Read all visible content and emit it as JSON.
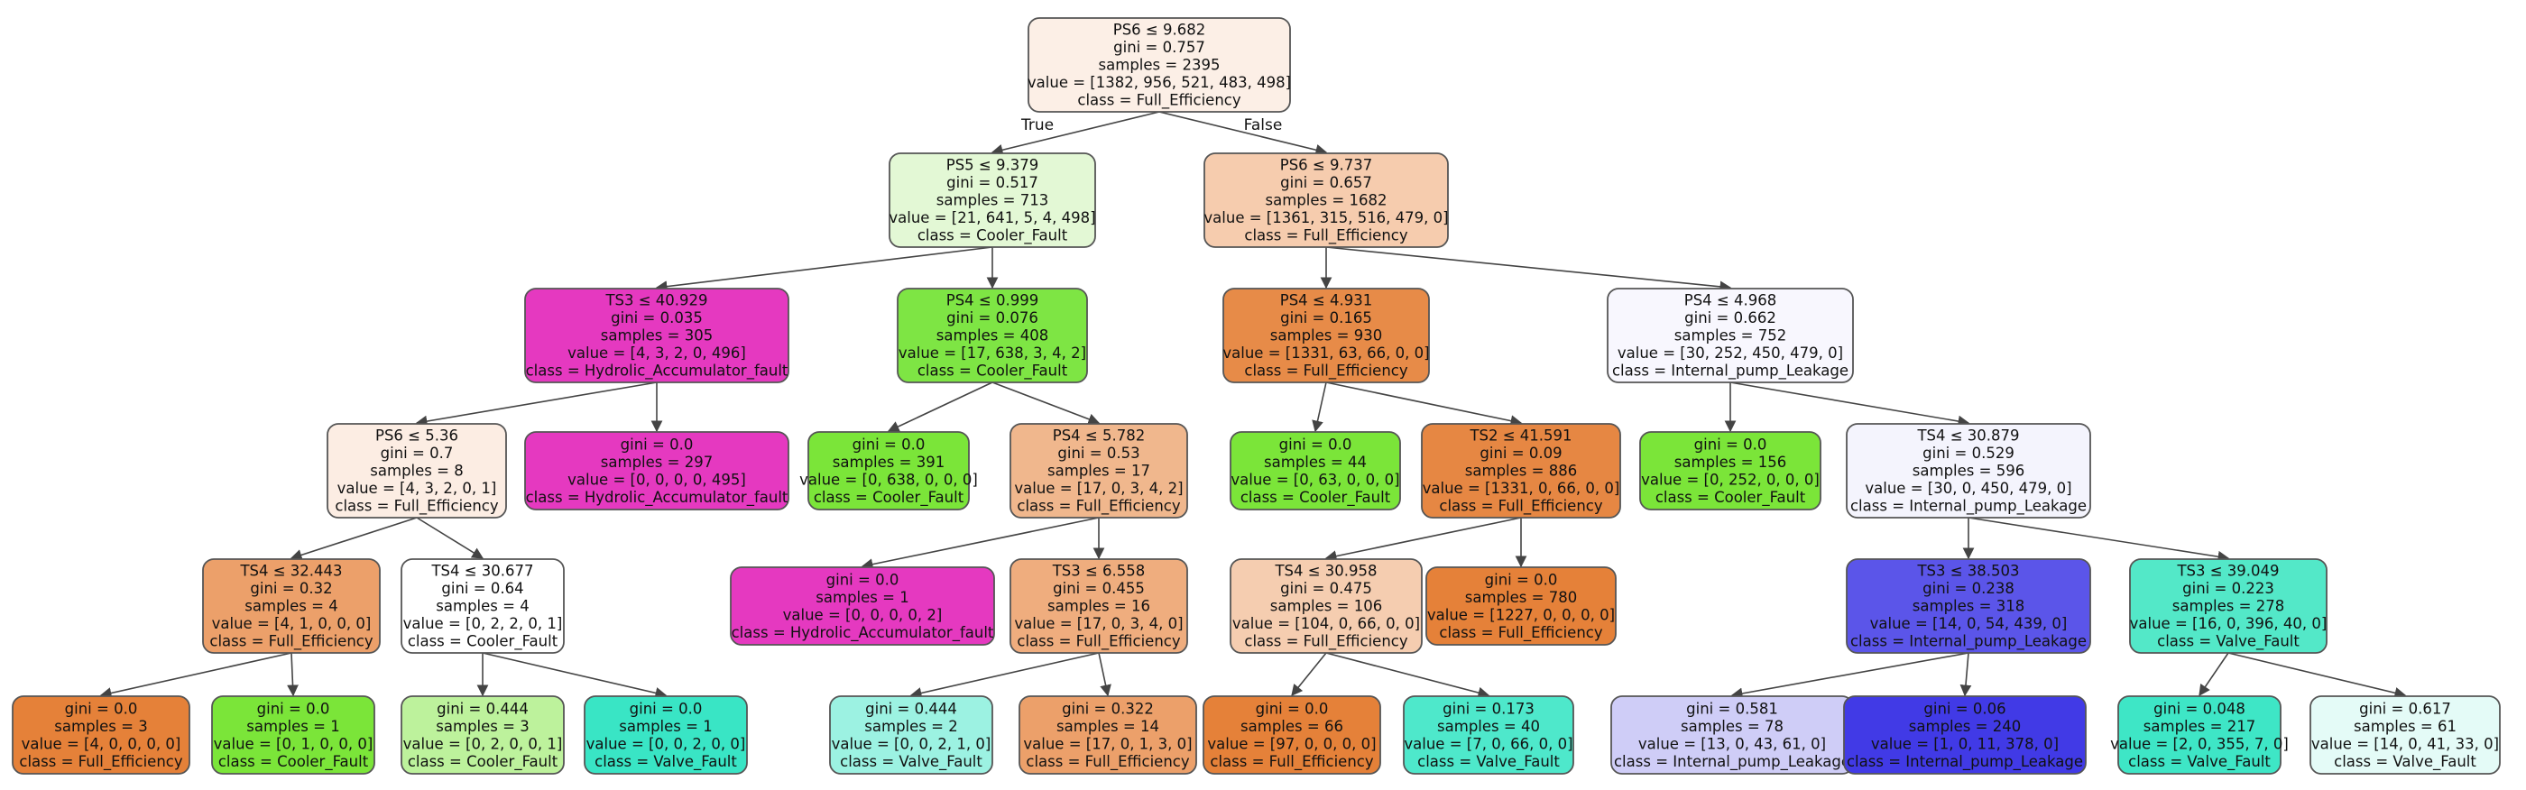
{
  "tree": {
    "edge_labels": {
      "true": "True",
      "false": "False"
    },
    "nodes": [
      {
        "id": "n0",
        "color": "#fcefe6",
        "lines": [
          "PS6 ≤ 9.682",
          "gini = 0.757",
          "samples = 2395",
          "value = [1382, 956, 521, 483, 498]",
          "class = Full_Efficiency"
        ]
      },
      {
        "id": "n1",
        "color": "#e3f8d5",
        "lines": [
          "PS5 ≤ 9.379",
          "gini = 0.517",
          "samples = 713",
          "value = [21, 641, 5, 4, 498]",
          "class = Cooler_Fault"
        ]
      },
      {
        "id": "n2",
        "color": "#f6ccae",
        "lines": [
          "PS6 ≤ 9.737",
          "gini = 0.657",
          "samples = 1682",
          "value = [1361, 315, 516, 479, 0]",
          "class = Full_Efficiency"
        ]
      },
      {
        "id": "n3",
        "color": "#e539c0",
        "lines": [
          "TS3 ≤ 40.929",
          "gini = 0.035",
          "samples = 305",
          "value = [4, 3, 2, 0, 496]",
          "class = Hydrolic_Accumulator_fault"
        ]
      },
      {
        "id": "n4",
        "color": "#7ee544",
        "lines": [
          "PS4 ≤ 0.999",
          "gini = 0.076",
          "samples = 408",
          "value = [17, 638, 3, 4, 2]",
          "class = Cooler_Fault"
        ]
      },
      {
        "id": "n5",
        "color": "#e78b48",
        "lines": [
          "PS4 ≤ 4.931",
          "gini = 0.165",
          "samples = 930",
          "value = [1331, 63, 66, 0, 0]",
          "class = Full_Efficiency"
        ]
      },
      {
        "id": "n6",
        "color": "#f8f7fe",
        "lines": [
          "PS4 ≤ 4.968",
          "gini = 0.662",
          "samples = 752",
          "value = [30, 252, 450, 479, 0]",
          "class = Internal_pump_Leakage"
        ]
      },
      {
        "id": "n7",
        "color": "#fcede3",
        "lines": [
          "PS6 ≤ 5.36",
          "gini = 0.7",
          "samples = 8",
          "value = [4, 3, 2, 0, 1]",
          "class = Full_Efficiency"
        ]
      },
      {
        "id": "n8",
        "color": "#e539c0",
        "lines": [
          "gini = 0.0",
          "samples = 297",
          "value = [0, 0, 0, 0, 495]",
          "class = Hydrolic_Accumulator_fault"
        ]
      },
      {
        "id": "n9",
        "color": "#7be539",
        "lines": [
          "gini = 0.0",
          "samples = 391",
          "value = [0, 638, 0, 0, 0]",
          "class = Cooler_Fault"
        ]
      },
      {
        "id": "n10",
        "color": "#f0b78d",
        "lines": [
          "PS4 ≤ 5.782",
          "gini = 0.53",
          "samples = 17",
          "value = [17, 0, 3, 4, 2]",
          "class = Full_Efficiency"
        ]
      },
      {
        "id": "n11",
        "color": "#7be539",
        "lines": [
          "gini = 0.0",
          "samples = 44",
          "value = [0, 63, 0, 0, 0]",
          "class = Cooler_Fault"
        ]
      },
      {
        "id": "n12",
        "color": "#e68743",
        "lines": [
          "TS2 ≤ 41.591",
          "gini = 0.09",
          "samples = 886",
          "value = [1331, 0, 66, 0, 0]",
          "class = Full_Efficiency"
        ]
      },
      {
        "id": "n13",
        "color": "#7be539",
        "lines": [
          "gini = 0.0",
          "samples = 156",
          "value = [0, 252, 0, 0, 0]",
          "class = Cooler_Fault"
        ]
      },
      {
        "id": "n14",
        "color": "#f4f4fd",
        "lines": [
          "TS4 ≤ 30.879",
          "gini = 0.529",
          "samples = 596",
          "value = [30, 0, 450, 479, 0]",
          "class = Internal_pump_Leakage"
        ]
      },
      {
        "id": "n15",
        "color": "#eca06a",
        "lines": [
          "TS4 ≤ 32.443",
          "gini = 0.32",
          "samples = 4",
          "value = [4, 1, 0, 0, 0]",
          "class = Full_Efficiency"
        ]
      },
      {
        "id": "n16",
        "color": "#ffffff",
        "lines": [
          "TS4 ≤ 30.677",
          "gini = 0.64",
          "samples = 4",
          "value = [0, 2, 2, 0, 1]",
          "class = Cooler_Fault"
        ]
      },
      {
        "id": "n17",
        "color": "#e539c0",
        "lines": [
          "gini = 0.0",
          "samples = 1",
          "value = [0, 0, 0, 0, 2]",
          "class = Hydrolic_Accumulator_fault"
        ]
      },
      {
        "id": "n18",
        "color": "#efad7e",
        "lines": [
          "TS3 ≤ 6.558",
          "gini = 0.455",
          "samples = 16",
          "value = [17, 0, 3, 4, 0]",
          "class = Full_Efficiency"
        ]
      },
      {
        "id": "n19",
        "color": "#f5cdb0",
        "lines": [
          "TS4 ≤ 30.958",
          "gini = 0.475",
          "samples = 106",
          "value = [104, 0, 66, 0, 0]",
          "class = Full_Efficiency"
        ]
      },
      {
        "id": "n20",
        "color": "#e58139",
        "lines": [
          "gini = 0.0",
          "samples = 780",
          "value = [1227, 0, 0, 0, 0]",
          "class = Full_Efficiency"
        ]
      },
      {
        "id": "n21",
        "color": "#5b55e9",
        "lines": [
          "TS3 ≤ 38.503",
          "gini = 0.238",
          "samples = 318",
          "value = [14, 0, 54, 439, 0]",
          "class = Internal_pump_Leakage"
        ]
      },
      {
        "id": "n22",
        "color": "#53e8c8",
        "lines": [
          "TS3 ≤ 39.049",
          "gini = 0.223",
          "samples = 278",
          "value = [16, 0, 396, 40, 0]",
          "class = Valve_Fault"
        ]
      },
      {
        "id": "n23",
        "color": "#e58139",
        "lines": [
          "gini = 0.0",
          "samples = 3",
          "value = [4, 0, 0, 0, 0]",
          "class = Full_Efficiency"
        ]
      },
      {
        "id": "n24",
        "color": "#7be539",
        "lines": [
          "gini = 0.0",
          "samples = 1",
          "value = [0, 1, 0, 0, 0]",
          "class = Cooler_Fault"
        ]
      },
      {
        "id": "n25",
        "color": "#bdf29c",
        "lines": [
          "gini = 0.444",
          "samples = 3",
          "value = [0, 2, 0, 0, 1]",
          "class = Cooler_Fault"
        ]
      },
      {
        "id": "n26",
        "color": "#39e5c5",
        "lines": [
          "gini = 0.0",
          "samples = 1",
          "value = [0, 0, 2, 0, 0]",
          "class = Valve_Fault"
        ]
      },
      {
        "id": "n27",
        "color": "#9cf2e2",
        "lines": [
          "gini = 0.444",
          "samples = 2",
          "value = [0, 0, 2, 1, 0]",
          "class = Valve_Fault"
        ]
      },
      {
        "id": "n28",
        "color": "#eca06a",
        "lines": [
          "gini = 0.322",
          "samples = 14",
          "value = [17, 0, 1, 3, 0]",
          "class = Full_Efficiency"
        ]
      },
      {
        "id": "n29",
        "color": "#e58139",
        "lines": [
          "gini = 0.0",
          "samples = 66",
          "value = [97, 0, 0, 0, 0]",
          "class = Full_Efficiency"
        ]
      },
      {
        "id": "n30",
        "color": "#4ee8cb",
        "lines": [
          "gini = 0.173",
          "samples = 40",
          "value = [7, 0, 66, 0, 0]",
          "class = Valve_Fault"
        ]
      },
      {
        "id": "n31",
        "color": "#cfcdf7",
        "lines": [
          "gini = 0.581",
          "samples = 78",
          "value = [13, 0, 43, 61, 0]",
          "class = Internal_pump_Leakage"
        ]
      },
      {
        "id": "n32",
        "color": "#413ae6",
        "lines": [
          "gini = 0.06",
          "samples = 240",
          "value = [1, 0, 11, 378, 0]",
          "class = Internal_pump_Leakage"
        ]
      },
      {
        "id": "n33",
        "color": "#3ee6c6",
        "lines": [
          "gini = 0.048",
          "samples = 217",
          "value = [2, 0, 355, 7, 0]",
          "class = Valve_Fault"
        ]
      },
      {
        "id": "n34",
        "color": "#e4fbf7",
        "lines": [
          "gini = 0.617",
          "samples = 61",
          "value = [14, 0, 41, 33, 0]",
          "class = Valve_Fault"
        ]
      }
    ],
    "edges": [
      [
        "n0",
        "n1"
      ],
      [
        "n0",
        "n2"
      ],
      [
        "n1",
        "n3"
      ],
      [
        "n1",
        "n4"
      ],
      [
        "n2",
        "n5"
      ],
      [
        "n2",
        "n6"
      ],
      [
        "n3",
        "n7"
      ],
      [
        "n3",
        "n8"
      ],
      [
        "n4",
        "n9"
      ],
      [
        "n4",
        "n10"
      ],
      [
        "n5",
        "n11"
      ],
      [
        "n5",
        "n12"
      ],
      [
        "n6",
        "n13"
      ],
      [
        "n6",
        "n14"
      ],
      [
        "n7",
        "n15"
      ],
      [
        "n7",
        "n16"
      ],
      [
        "n10",
        "n17"
      ],
      [
        "n10",
        "n18"
      ],
      [
        "n12",
        "n19"
      ],
      [
        "n12",
        "n20"
      ],
      [
        "n14",
        "n21"
      ],
      [
        "n14",
        "n22"
      ],
      [
        "n15",
        "n23"
      ],
      [
        "n15",
        "n24"
      ],
      [
        "n16",
        "n25"
      ],
      [
        "n16",
        "n26"
      ],
      [
        "n18",
        "n27"
      ],
      [
        "n18",
        "n28"
      ],
      [
        "n19",
        "n29"
      ],
      [
        "n19",
        "n30"
      ],
      [
        "n21",
        "n31"
      ],
      [
        "n21",
        "n32"
      ],
      [
        "n22",
        "n33"
      ],
      [
        "n22",
        "n34"
      ]
    ]
  }
}
